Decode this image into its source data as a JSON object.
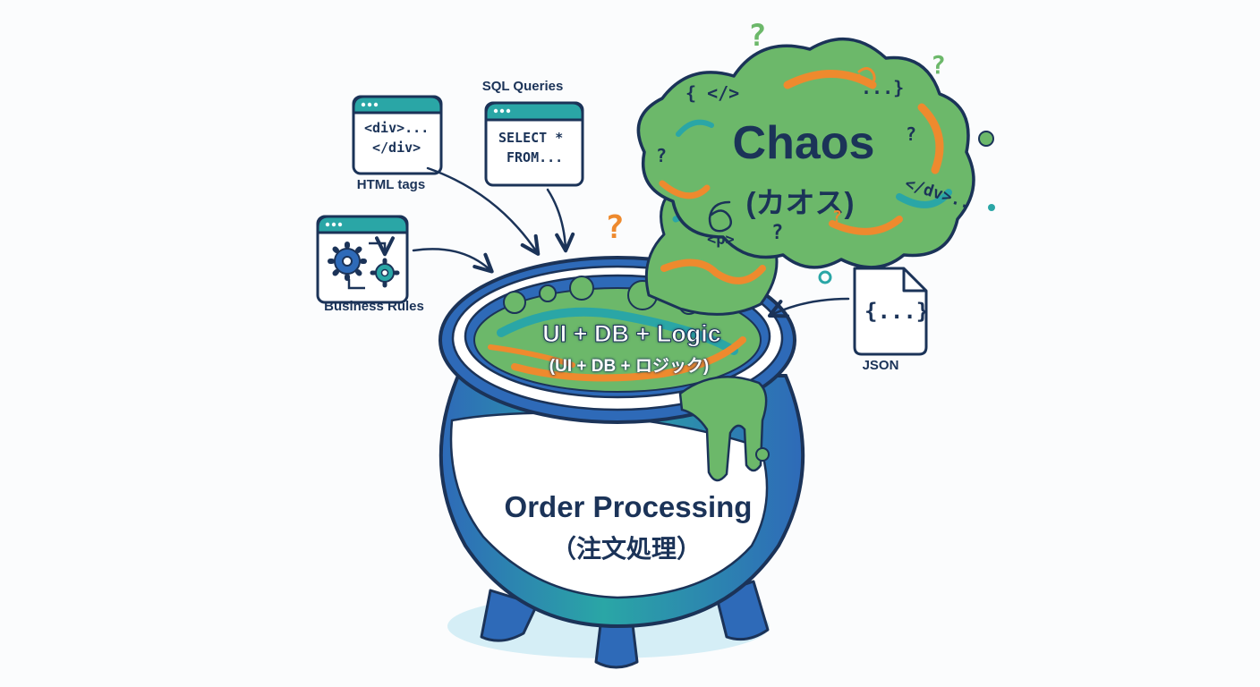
{
  "inputs": {
    "html_tags": {
      "caption": "HTML tags",
      "code_line1": "<div>...",
      "code_line2": "</div>"
    },
    "sql_queries": {
      "caption": "SQL Queries",
      "code_line1": "SELECT *",
      "code_line2": "FROM..."
    },
    "business_rules": {
      "caption": "Business Rules",
      "icon": "gears-icon"
    },
    "json": {
      "caption": "JSON",
      "code": "{...}"
    }
  },
  "cauldron": {
    "contents_en": "UI + DB + Logic",
    "contents_jp": "(UI + DB + ロジック)",
    "label_en": "Order Processing",
    "label_jp": "（注文処理）"
  },
  "cloud": {
    "title_en": "Chaos",
    "title_jp": "(カオス)",
    "doodles": [
      "{ </>",
      "...}",
      "</dv>..",
      "<p>",
      "?",
      "?",
      "?",
      "?",
      "?",
      "?",
      "?"
    ]
  },
  "colors": {
    "navy": "#1b3358",
    "blue": "#2e6ab8",
    "teal": "#2aa6a6",
    "green": "#6cb86a",
    "orange": "#ee8a2e",
    "shadow": "#d5eef6"
  }
}
